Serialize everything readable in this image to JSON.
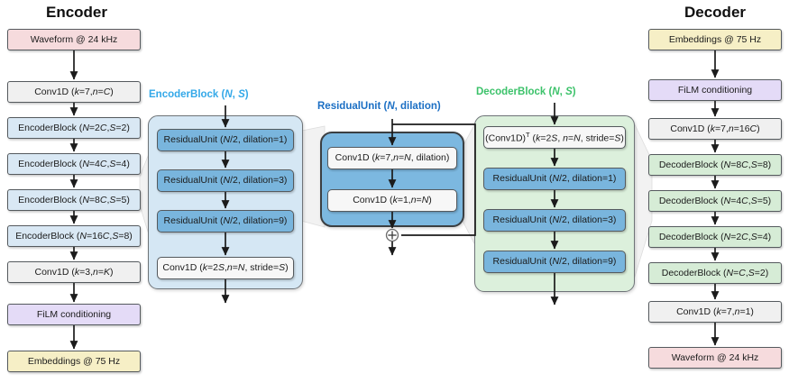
{
  "diagram": {
    "title_encoder": "Encoder",
    "title_decoder": "Decoder",
    "colors": {
      "waveform": "#f6dbdd",
      "conv": "#f0f0f0",
      "encoder_block": "#d9e8f4",
      "film": "#e4dbf7",
      "embeddings": "#f6efc6",
      "decoder_block": "#d6ecd6",
      "residual_unit": "#79b5dd",
      "label_encoderblock": "#33a8e8",
      "label_residualunit": "#1b6fc4",
      "label_decoderblock": "#3cc26a",
      "arrow": "#1b1b1b",
      "wedge": "#f2f2f2"
    }
  },
  "encoder_column": {
    "items": [
      {
        "label": "Waveform @ 24 kHz",
        "color": "pink"
      },
      {
        "label": "Conv1D (k=7, n=C)",
        "color": "grey"
      },
      {
        "label": "EncoderBlock (N=2C, S=2)",
        "color": "blue"
      },
      {
        "label": "EncoderBlock (N=4C, S=4)",
        "color": "blue"
      },
      {
        "label": "EncoderBlock (N=8C, S=5)",
        "color": "blue"
      },
      {
        "label": "EncoderBlock (N=16C, S=8)",
        "color": "blue"
      },
      {
        "label": "Conv1D (k=3, n=K)",
        "color": "grey"
      },
      {
        "label": "FiLM conditioning",
        "color": "purple"
      },
      {
        "label": "Embeddings @ 75 Hz",
        "color": "yellow"
      }
    ]
  },
  "encoder_block_panel": {
    "title": "EncoderBlock (N, S)",
    "items": [
      {
        "label": "ResidualUnit (N/2, dilation=1)",
        "color": "midblue"
      },
      {
        "label": "ResidualUnit (N/2, dilation=3)",
        "color": "midblue"
      },
      {
        "label": "ResidualUnit (N/2, dilation=9)",
        "color": "midblue"
      },
      {
        "label": "Conv1D (k=2S, n=N, stride=S)",
        "color": "white"
      }
    ]
  },
  "residual_unit_panel": {
    "title": "ResidualUnit (N, dilation)",
    "items": [
      {
        "label": "Conv1D (k=7, n=N, dilation)",
        "color": "white"
      },
      {
        "label": "Conv1D (k=1, n=N)",
        "color": "white"
      }
    ],
    "add_node": "plus-circle"
  },
  "decoder_block_panel": {
    "title": "DecoderBlock (N, S)",
    "items": [
      {
        "label": "(Conv1D)T (k=2S, n=N, stride=S)",
        "color": "white"
      },
      {
        "label": "ResidualUnit (N/2, dilation=1)",
        "color": "midblue"
      },
      {
        "label": "ResidualUnit (N/2, dilation=3)",
        "color": "midblue"
      },
      {
        "label": "ResidualUnit (N/2, dilation=9)",
        "color": "midblue"
      }
    ]
  },
  "decoder_column": {
    "items": [
      {
        "label": "Embeddings @ 75 Hz",
        "color": "yellow"
      },
      {
        "label": "FiLM conditioning",
        "color": "purple"
      },
      {
        "label": "Conv1D (k=7, n=16C)",
        "color": "grey"
      },
      {
        "label": "DecoderBlock (N=8C, S=8)",
        "color": "green"
      },
      {
        "label": "DecoderBlock (N=4C, S=5)",
        "color": "green"
      },
      {
        "label": "DecoderBlock (N=2C, S=4)",
        "color": "green"
      },
      {
        "label": "DecoderBlock (N=C, S=2)",
        "color": "green"
      },
      {
        "label": "Conv1D (k=7, n=1)",
        "color": "grey"
      },
      {
        "label": "Waveform @ 24 kHz",
        "color": "pink"
      }
    ]
  }
}
